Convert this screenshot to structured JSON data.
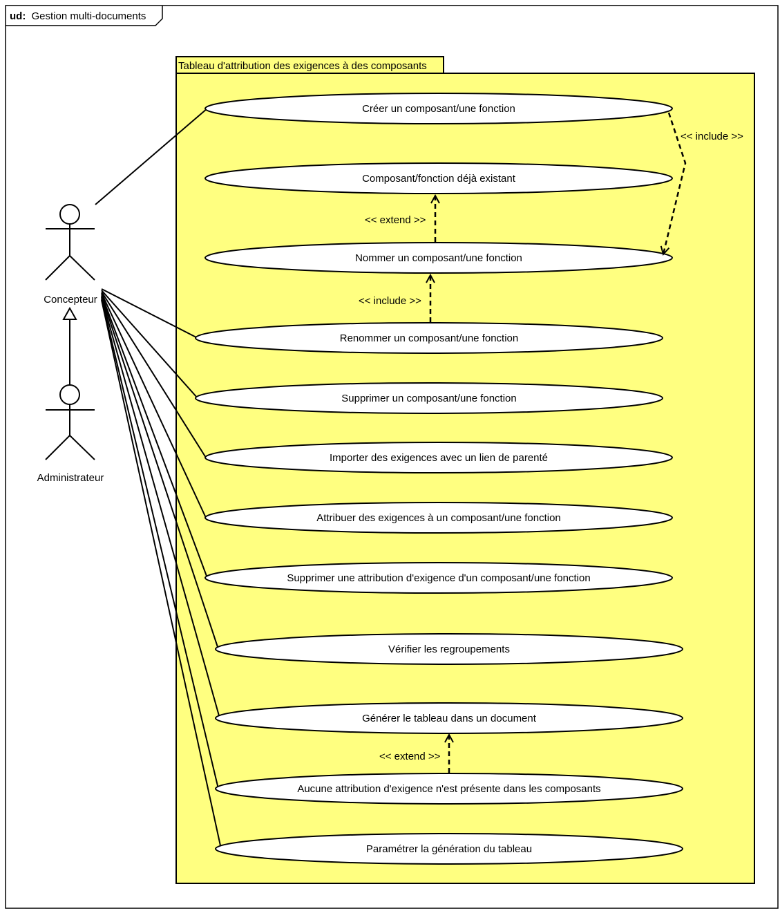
{
  "frame": {
    "keyword": "ud:",
    "name": "Gestion multi-documents"
  },
  "system": {
    "title": "Tableau d'attribution des exigences à des composants",
    "fill_color": "#ffff80"
  },
  "actors": {
    "concepteur": "Concepteur",
    "administrateur": "Administrateur"
  },
  "use_cases": {
    "creer": "Créer un composant/une fonction",
    "existant": "Composant/fonction déjà existant",
    "nommer": "Nommer un composant/une fonction",
    "renommer": "Renommer un composant/une fonction",
    "supprimer": "Supprimer un composant/une fonction",
    "importer": "Importer des exigences avec un lien de parenté",
    "attribuer": "Attribuer des exigences à un composant/une fonction",
    "supprimer_attribution": "Supprimer une attribution d'exigence d'un composant/une fonction",
    "verifier": "Vérifier les regroupements",
    "generer": "Générer le tableau dans un document",
    "aucune": "Aucune attribution d'exigence n'est présente dans les composants",
    "parametrer": "Paramétrer la génération du tableau"
  },
  "relations": {
    "include_creer_nommer": "<< include >>",
    "extend_nommer_existant": "<< extend >>",
    "include_renommer_nommer": "<< include >>",
    "extend_aucune_generer": "<< extend >>"
  }
}
